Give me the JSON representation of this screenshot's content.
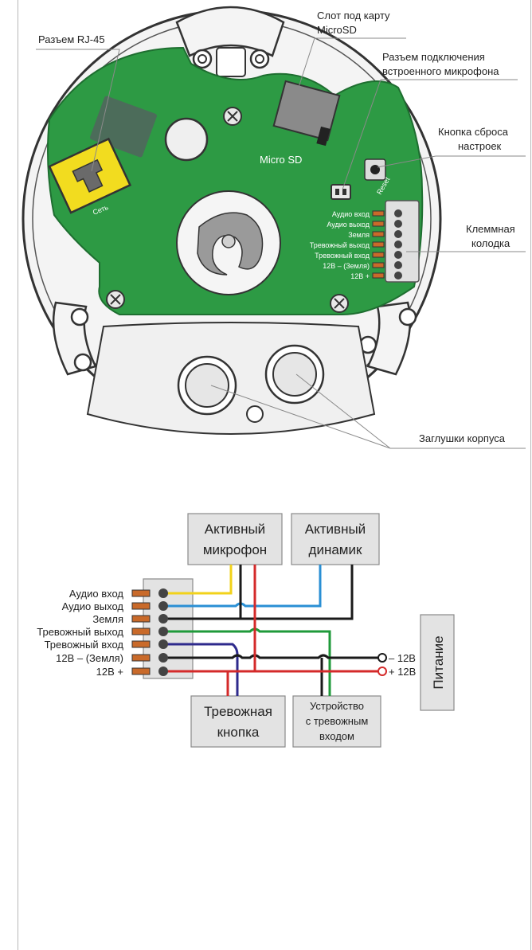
{
  "top_labels": {
    "rj45": "Разъем RJ-45",
    "microsd_slot_line1": "Слот под карту",
    "microsd_slot_line2": "MicroSD",
    "mic_conn_line1": "Разъем подключения",
    "mic_conn_line2": "встроенного микрофона",
    "reset_line1": "Кнопка сброса",
    "reset_line2": "настроек",
    "terminal_line1": "Клеммная",
    "terminal_line2": "колодка",
    "plugs": "Заглушки корпуса",
    "board_microsd": "Micro SD",
    "board_reset": "Reset",
    "board_net": "Сеть"
  },
  "board_terminal_labels": [
    "Аудио вход",
    "Аудио выход",
    "Земля",
    "Тревожный выход",
    "Тревожный вход",
    "12В – (Земля)",
    "12В +"
  ],
  "schematic": {
    "terminal_labels": [
      "Аудио вход",
      "Аудио выход",
      "Земля",
      "Тревожный выход",
      "Тревожный вход",
      "12В – (Земля)",
      "12В +"
    ],
    "active_mic_line1": "Активный",
    "active_mic_line2": "микрофон",
    "active_spk_line1": "Активный",
    "active_spk_line2": "динамик",
    "alarm_button_line1": "Тревожная",
    "alarm_button_line2": "кнопка",
    "alarm_device_line1": "Устройство",
    "alarm_device_line2": "с тревожным",
    "alarm_device_line3": "входом",
    "power": "Питание",
    "minus12": "– 12В",
    "plus12": "+ 12В"
  },
  "colors": {
    "pcb": "#2d9a44",
    "rj45": "#f2dc1f",
    "wire_yellow": "#f2d21a",
    "wire_blue": "#2a8fd4",
    "wire_black": "#1a1a1a",
    "wire_green": "#1f9a3a",
    "wire_purple": "#2e2a8c",
    "wire_red": "#d42a2a",
    "pin": "#c96a2a"
  }
}
